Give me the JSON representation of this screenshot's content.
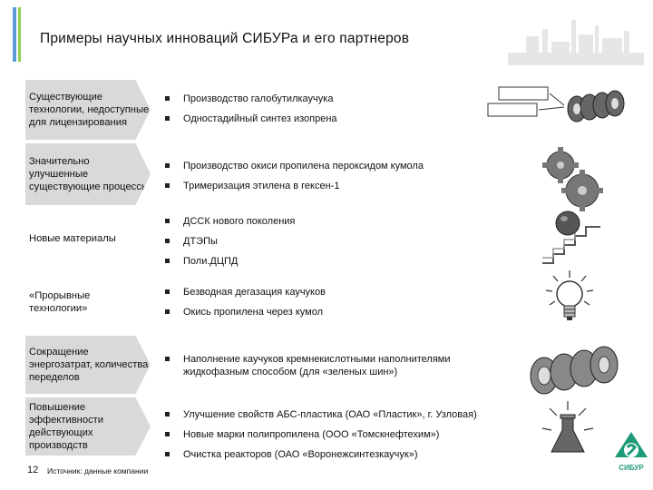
{
  "slide": {
    "title": "Примеры научных инноваций СИБУРа и его партнеров",
    "page_number": "12",
    "source": "Источник: данные компании",
    "logo_text": "СИБУР",
    "colors": {
      "label_bg": "#d9d9d9",
      "accent_blue": "#5b9bd5",
      "accent_green": "#8fd14f",
      "logo_green": "#1e9a7a"
    }
  },
  "rows": [
    {
      "label": "Существующие технологии, недоступные для лицензирования",
      "bullets": [
        "Производство галобутилкаучука",
        "Одностадийный синтез изопрена"
      ],
      "icon": "boxes-and-tires-icon"
    },
    {
      "label": "Значительно улучшенные существующие процессы",
      "bullets": [
        "Производство окиси пропилена пероксидом кумола",
        "Тримеризация этилена в гексен-1"
      ],
      "icon": "gears-icon"
    },
    {
      "label": "Новые материалы",
      "bullets": [
        "ДССК нового поколения",
        "ДТЭПы",
        "Поли.ДЦПД"
      ],
      "icon": "ball-on-stairs-icon"
    },
    {
      "label": "«Прорывные технологии»",
      "bullets": [
        "Безводная дегазация каучуков",
        "Окись пропилена через кумол"
      ],
      "icon": "lightbulb-icon"
    },
    {
      "label": "Сокращение энергозатрат, количества переделов",
      "bullets": [
        "Наполнение каучуков кремнекислотными наполнителями жидкофазным способом (для «зеленых шин»)"
      ],
      "icon": "tires-icon"
    },
    {
      "label": "Повышение эффективности действующих производств",
      "bullets": [
        "Улучшение свойств АБС-пластика (ОАО «Пластик», г. Узловая)",
        "Новые марки полипропилена (ООО «Томскнефтехим»)",
        "Очистка реакторов (ОАО «Воронежсинтезкаучук»)"
      ],
      "icon": "flask-icon"
    }
  ]
}
